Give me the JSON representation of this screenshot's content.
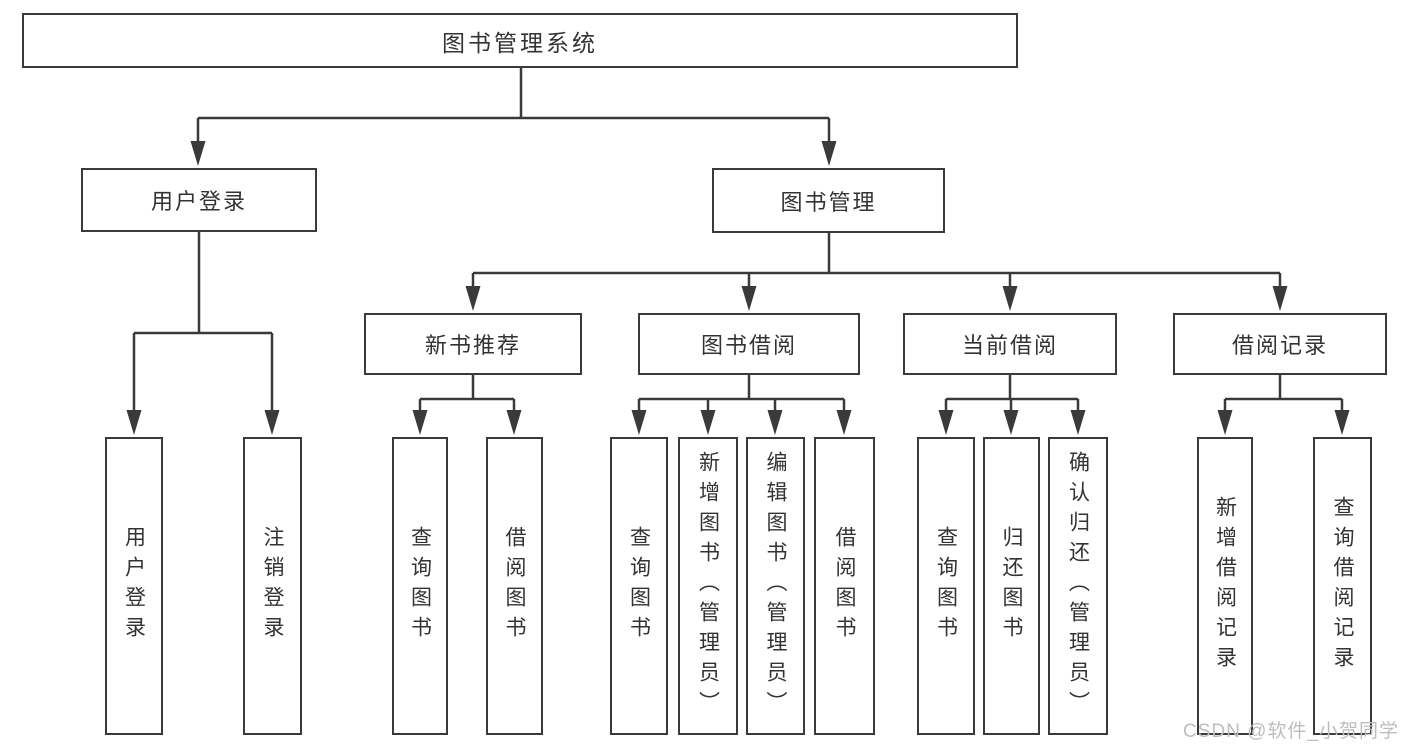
{
  "diagram": {
    "type": "hierarchy-tree",
    "orientation": "top-down",
    "colors": {
      "line": "#3a3a3a",
      "box_border": "#3a3a3a",
      "box_fill": "#ffffff",
      "text": "#333333",
      "background": "#ffffff",
      "watermark": "#bdbdbd"
    }
  },
  "tree": {
    "label": "图书管理系统",
    "children": [
      {
        "label": "用户登录",
        "children": [
          {
            "label": "用户登录"
          },
          {
            "label": "注销登录"
          }
        ]
      },
      {
        "label": "图书管理",
        "children": [
          {
            "label": "新书推荐",
            "children": [
              {
                "label": "查询图书"
              },
              {
                "label": "借阅图书"
              }
            ]
          },
          {
            "label": "图书借阅",
            "children": [
              {
                "label": "查询图书"
              },
              {
                "label": "新增图书（管理员）"
              },
              {
                "label": "编辑图书（管理员）"
              },
              {
                "label": "借阅图书"
              }
            ]
          },
          {
            "label": "当前借阅",
            "children": [
              {
                "label": "查询图书"
              },
              {
                "label": "归还图书"
              },
              {
                "label": "确认归还（管理员）"
              }
            ]
          },
          {
            "label": "借阅记录",
            "children": [
              {
                "label": "新增借阅记录"
              },
              {
                "label": "查询借阅记录"
              }
            ]
          }
        ]
      }
    ]
  },
  "watermark": {
    "text": "CSDN @软件_小贺同学"
  }
}
